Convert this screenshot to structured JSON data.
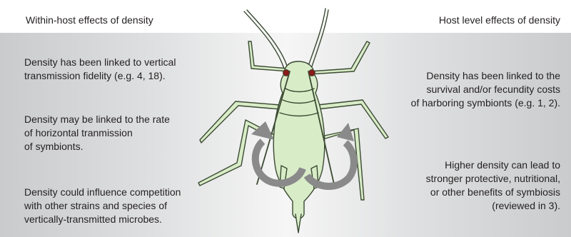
{
  "headings": {
    "left": "Within-host effects of density",
    "right": "Host level effects of density"
  },
  "left_statements": [
    "Density has been linked to vertical\ntransmission fidelity (e.g. 4, 18).",
    "Density may be linked to the rate\nof horizontal tranmission\nof symbionts.",
    "Density could influence competition\nwith other strains and species of\nvertically-transmitted microbes."
  ],
  "right_statements": [
    "Density has been linked to the\nsurvival and/or fecundity costs\nof harboring symbionts (e.g. 1, 2).",
    "Higher density can lead to\nstronger protective, nutritional,\nor other benefits of symbiosis\n(reviewed in 3)."
  ],
  "colors": {
    "panel_gray": "#c9cbcd",
    "aphid_body": "#d9ecc8",
    "aphid_outline": "#3a4a32",
    "eye": "#8b1a1a",
    "arrow_gray": "#8a8a8a"
  },
  "illustration": {
    "name": "aphid-with-circular-arrows"
  }
}
